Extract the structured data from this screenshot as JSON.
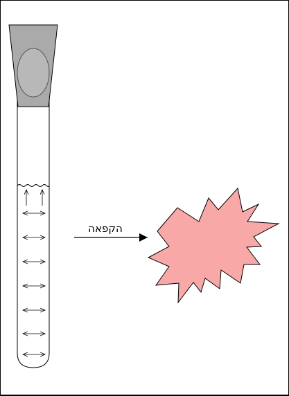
{
  "diagram": {
    "freezing_label": "הקפאה",
    "colors": {
      "cap_fill": "#aaaaaa",
      "cap_inner_fill": "#b8b8b8",
      "burst_fill": "#f9a8a8",
      "stroke": "#000000"
    },
    "arrow_rows": {
      "horizontal_count": 7,
      "vertical_count": 2
    }
  }
}
